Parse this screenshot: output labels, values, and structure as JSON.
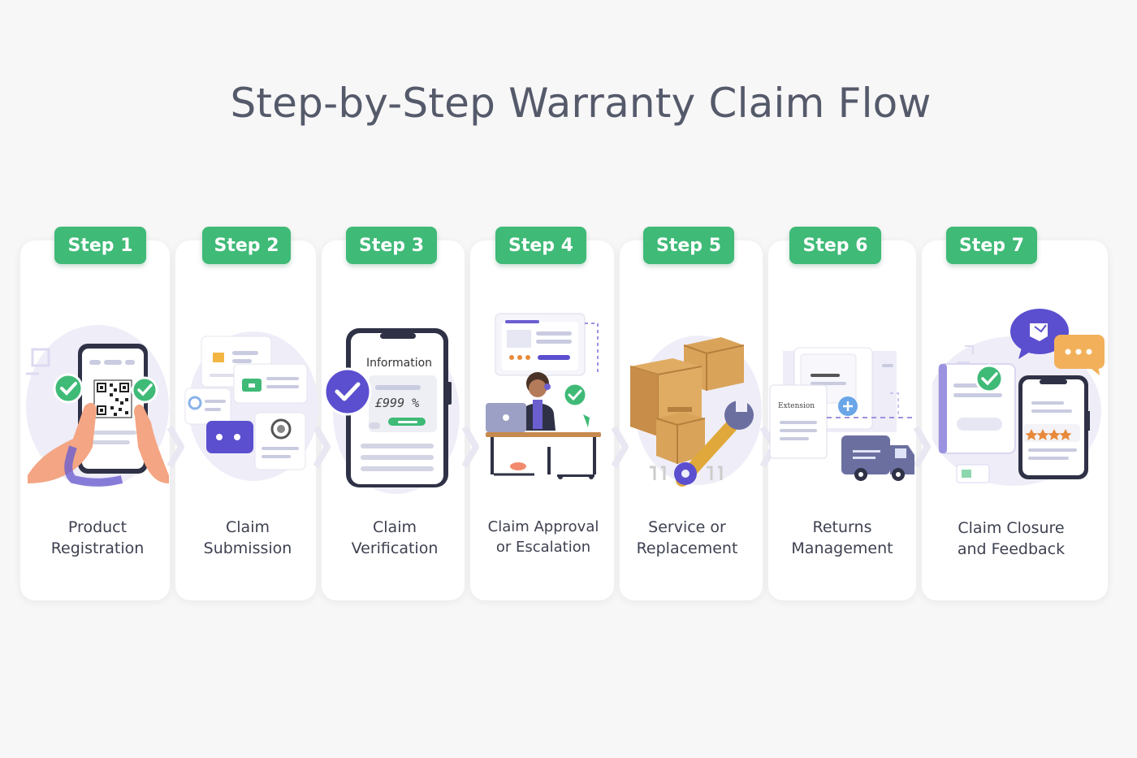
{
  "title": "Step-by-Step Warranty Claim Flow",
  "steps": [
    {
      "badge": "Step 1",
      "label_line1": "Product",
      "label_line2": "Registration"
    },
    {
      "badge": "Step 2",
      "label_line1": "Claim",
      "label_line2": "Submission"
    },
    {
      "badge": "Step 3",
      "label_line1": "Claim",
      "label_line2": "Verification"
    },
    {
      "badge": "Step 4",
      "label_line1": "Claim Approval",
      "label_line2": "or Escalation"
    },
    {
      "badge": "Step 5",
      "label_line1": "Service or",
      "label_line2": "Replacement"
    },
    {
      "badge": "Step 6",
      "label_line1": "Returns",
      "label_line2": "Management"
    },
    {
      "badge": "Step 7",
      "label_line1": "Claim Closure",
      "label_line2": "and Feedback"
    }
  ],
  "illustrations": {
    "step3_heading": "Information",
    "step3_value": "£999 %",
    "step6_doc_title": "Extension"
  },
  "colors": {
    "accent_green": "#3fba77",
    "accent_purple": "#6b5fd0",
    "title_text": "#555a6b",
    "box_brown": "#d9a35a",
    "hand_skin": "#f4a583",
    "star_orange": "#e8893a"
  }
}
